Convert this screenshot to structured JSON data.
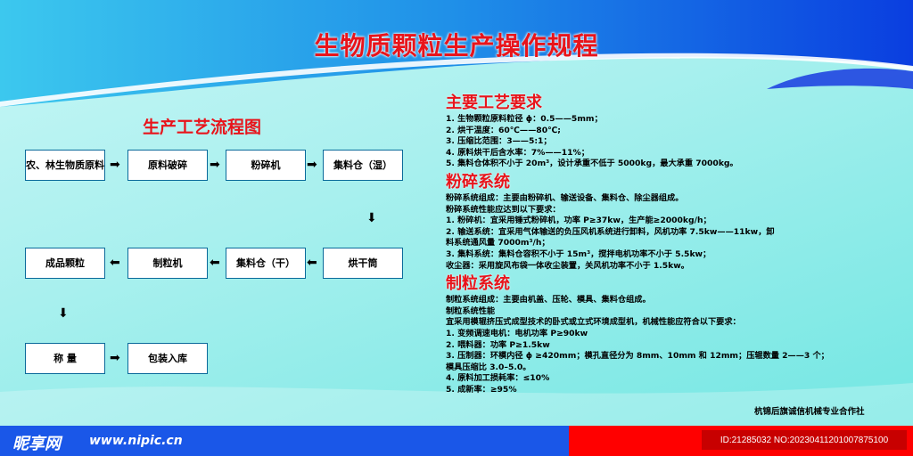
{
  "title": "生物质颗粒生产操作规程",
  "flow": {
    "title": "生产工艺流程图",
    "boxes": [
      "农、林生物质原料",
      "原料破碎",
      "粉碎机",
      "集料仓（湿）",
      "烘干筒",
      "集料仓（干）",
      "制粒机",
      "成品颗粒",
      "称  量",
      "包装入库"
    ],
    "arrow_right": "➡",
    "arrow_left": "⬅",
    "arrow_down": "⬇"
  },
  "sections": [
    {
      "heading": "主要工艺要求",
      "lines": [
        "1. 生物颗粒原料粒径 ϕ：0.5——5mm；",
        "2. 烘干温度：60℃——80℃;",
        "3. 压缩比范围：3——5:1；",
        "4. 原料烘干后含水率：7%——11%；",
        "5. 集料仓体积不小于 20m³，设计承重不低于 5000kg，最大承重 7000kg。"
      ]
    },
    {
      "heading": "粉碎系统",
      "lines": [
        "粉碎系统组成：主要由粉碎机、输送设备、集料仓、除尘器组成。",
        "粉碎系统性能应达到以下要求：",
        "1. 粉碎机：宜采用锤式粉碎机，功率 P≥37kw，生产能≥2000kg/h；",
        "2.  输送系统：宜采用气体输送的负压风机系统进行卸料，风机功率  7.5kw——11kw，卸",
        "料系统通风量 7000m³/h；",
        "3. 集料系统：集料仓容积不小于 15m³，搅拌电机功率不小于 5.5kw；",
        "收尘器：采用旋风布袋一体收尘装置，关风机功率不小于 1.5kw。"
      ]
    },
    {
      "heading": "制粒系统",
      "lines": [
        "制粒系统组成：主要由机盖、压轮、模具、集料仓组成。",
        "制粒系统性能",
        "宜采用模辊挤压式成型技术的卧式或立式环境成型机，机械性能应符合以下要求：",
        "1. 变频调速电机：电机功率 P≥90kw",
        "2. 喂料器：功率 P≥1.5kw",
        "3. 压制器：环模内径 ϕ ≥420mm；模孔直径分为 8mm、10mm 和 12mm；压辊数量 2——3 个；",
        "模具压缩比 3.0–5.0。",
        "4. 原料加工损耗率：≤10%",
        "5. 成新率：≥95%"
      ]
    }
  ],
  "organization": "杭锦后旗诚信机械专业合作社",
  "footer": {
    "logo": "昵享网",
    "url": "www.nipic.cn",
    "id": "ID:21285032 NO:20230411201007875100"
  },
  "colors": {
    "title": "#e8141b",
    "band": "#1a57e8",
    "footer_red": "#ff0000"
  }
}
